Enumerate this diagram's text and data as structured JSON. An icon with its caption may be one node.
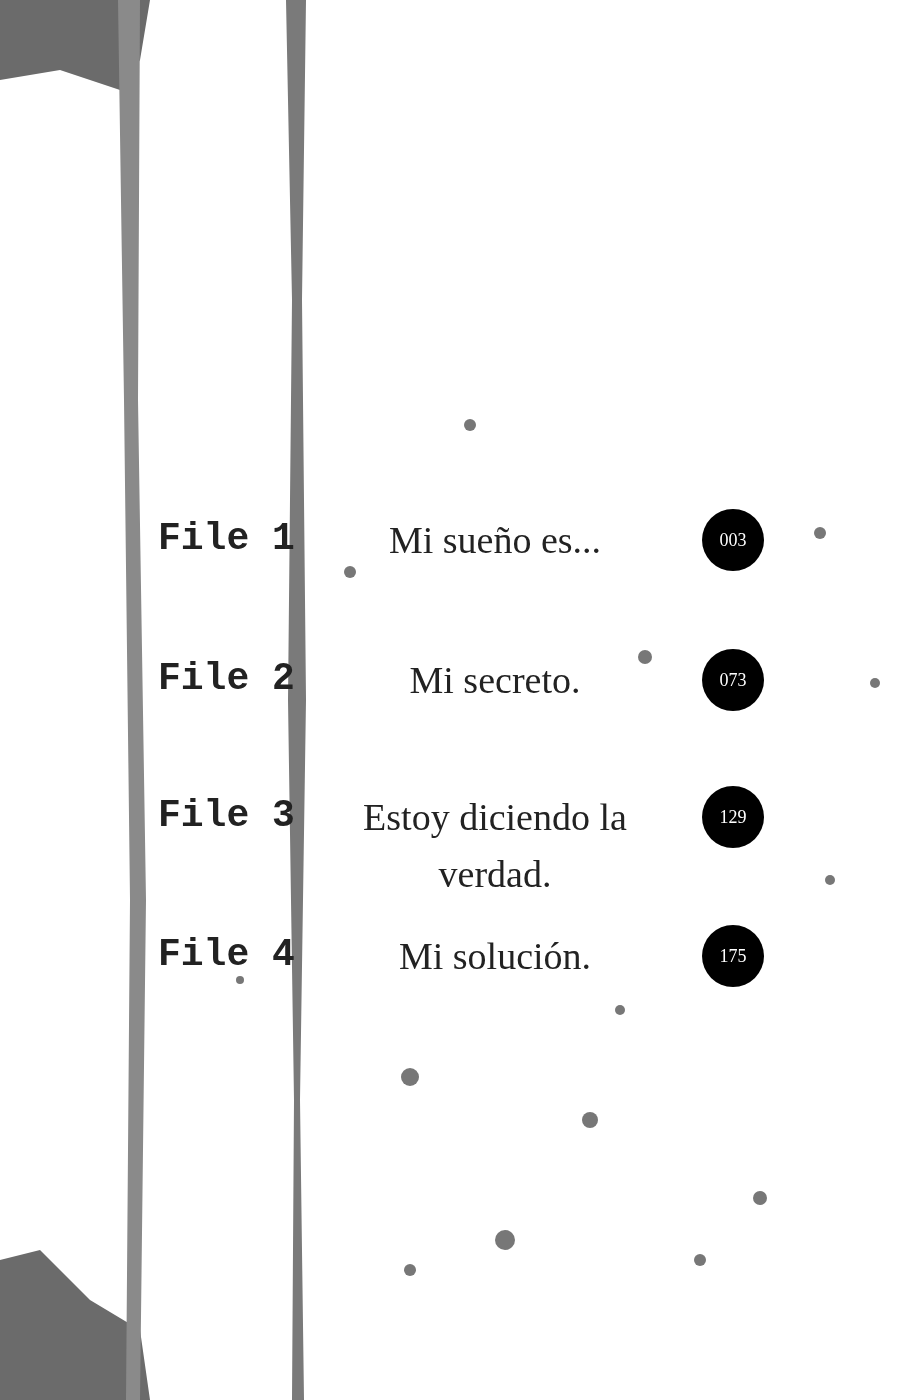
{
  "diagram": {
    "nodes": [
      {
        "text": [
          "003"
        ]
      },
      {
        "text": [
          "073"
        ]
      },
      {
        "text": [
          "129"
        ]
      },
      {
        "text": [
          "175"
        ]
      }
    ],
    "labels": [
      "File 1",
      "Mi sueño es...",
      "File 2",
      "Mi secreto.",
      "File 3",
      "Estoy diciendo la verdad.",
      "File 4",
      "Mi solución."
    ]
  }
}
